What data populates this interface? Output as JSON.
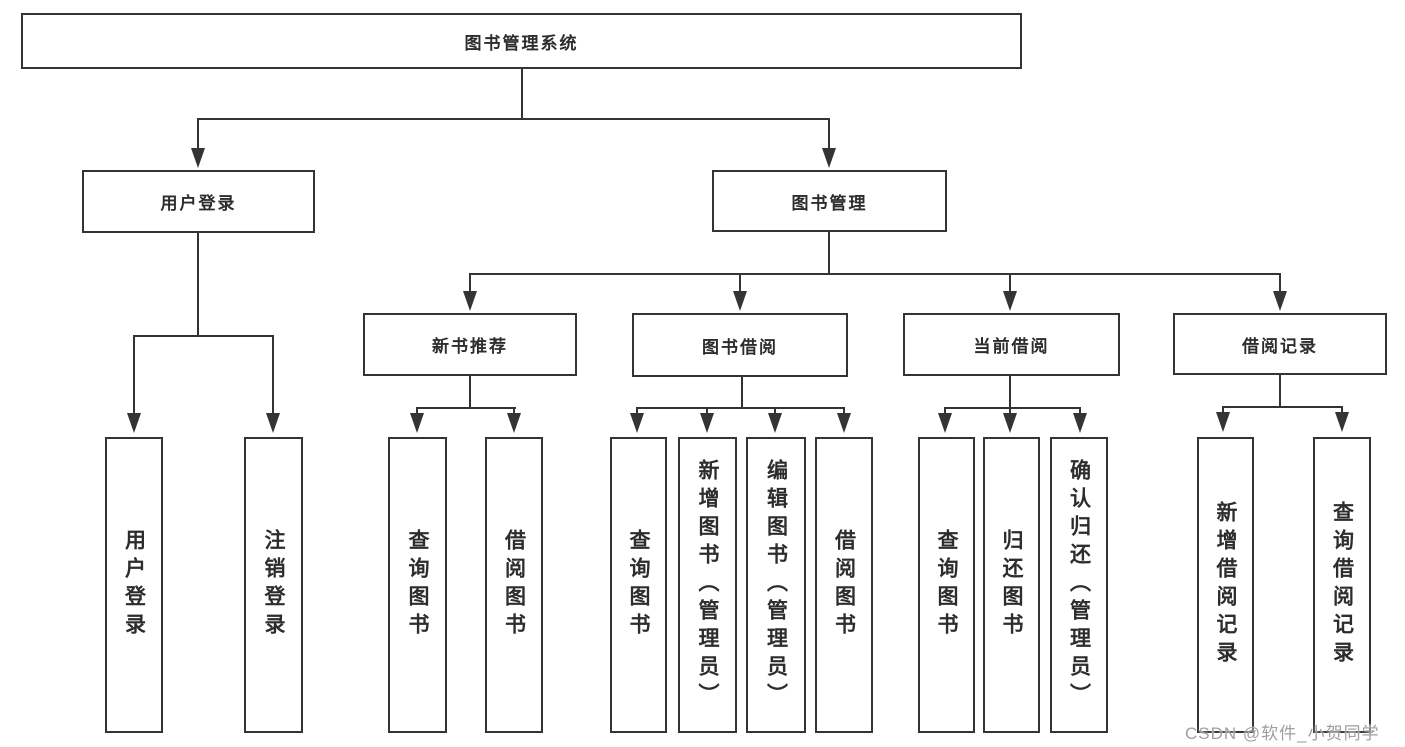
{
  "diagram": {
    "root": "图书管理系统",
    "level2": [
      "用户登录",
      "图书管理"
    ],
    "level3": [
      "新书推荐",
      "图书借阅",
      "当前借阅",
      "借阅记录"
    ],
    "leaves": [
      "用户登录",
      "注销登录",
      "查询图书",
      "借阅图书",
      "查询图书",
      "新增图书（管理员）",
      "编辑图书（管理员）",
      "借阅图书",
      "查询图书",
      "归还图书",
      "确认归还（管理员）",
      "新增借阅记录",
      "查询借阅记录"
    ]
  },
  "watermark": "CSDN @软件_小贺同学",
  "colors": {
    "line": "#343434",
    "text": "#2d2d2d",
    "watermark": "#9f9f9f",
    "background": "#ffffff"
  }
}
